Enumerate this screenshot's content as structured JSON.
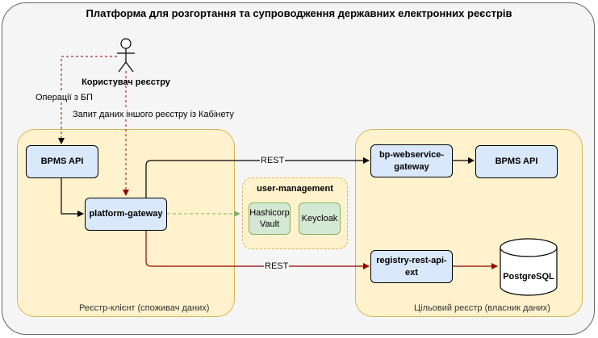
{
  "title": "Платформа для розгортання та супроводження державних електронних реєстрів",
  "actor": {
    "label": "Користувач реєстру"
  },
  "edges": {
    "bp_operations": "Операції з БП",
    "cabinet_request": "Запит даних іншого реєстру із Кабінету",
    "rest_top": "REST",
    "rest_bottom": "REST"
  },
  "client_zone": {
    "label": "Реєстр-клієнт (споживач даних)",
    "bpms_api": "BPMS API",
    "platform_gateway": "platform-gateway"
  },
  "user_management": {
    "label": "user-management",
    "vault": "Hashicorp Vault",
    "keycloak": "Keycloak"
  },
  "target_zone": {
    "label": "Цільовий реєстр (власник даних)",
    "bp_webservice_gateway": "bp-webservice-gateway",
    "bpms_api": "BPMS API",
    "registry_rest_api_ext": "registry-rest-api-ext",
    "postgresql": "PostgreSQL"
  },
  "colors": {
    "zone_fill": "#fff2cc",
    "zone_border": "#d6b656",
    "service_fill": "#dae8fc",
    "um_fill": "#d5e8d4",
    "um_border": "#82b366",
    "request_edge": "#990000",
    "green_edge": "#82b366"
  }
}
